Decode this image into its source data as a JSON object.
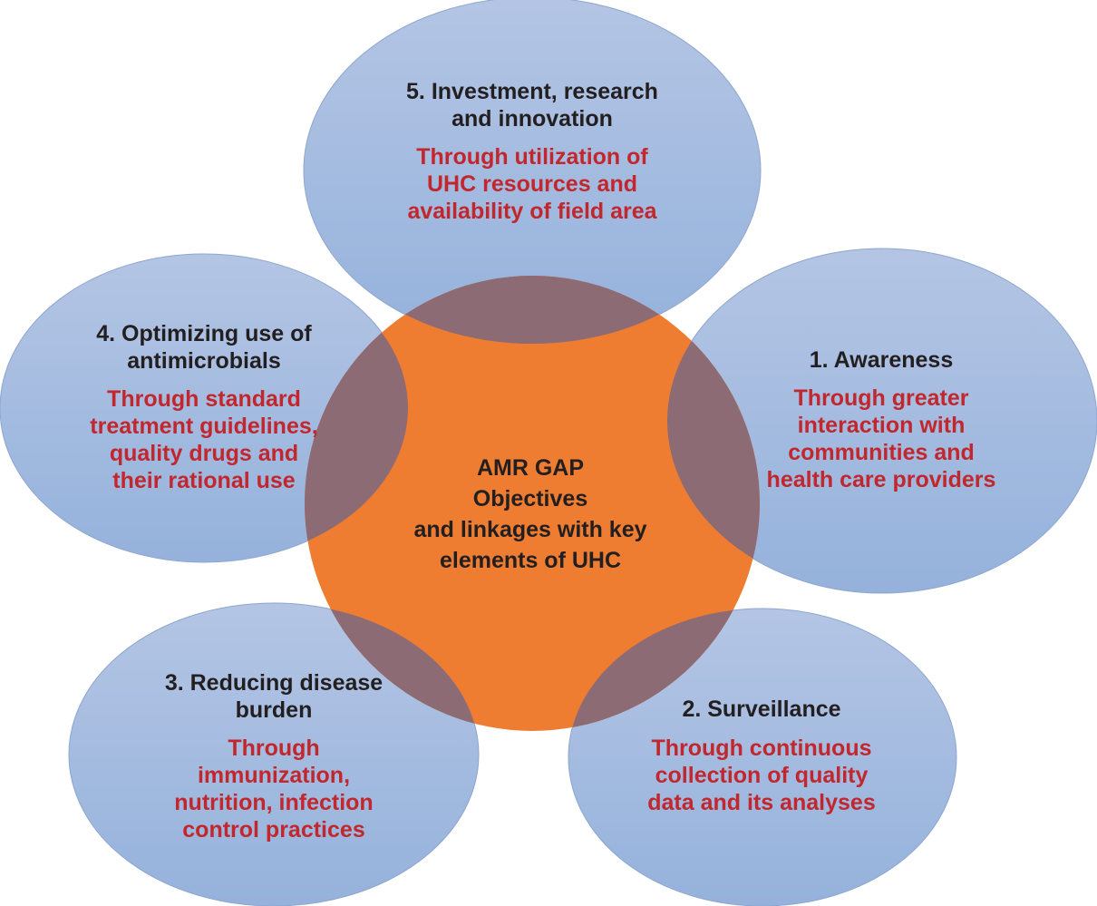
{
  "colors": {
    "circle_blue_light": "#b4c5e4",
    "circle_blue_dark": "#95b2dc",
    "center_orange": "#ee7d31",
    "overlap_mauve": "#8c6b75",
    "title_text": "#231f20",
    "desc_text": "#c1272d"
  },
  "center": {
    "label": "AMR GAP\nObjectives\nand linkages with key\nelements of UHC"
  },
  "objectives": [
    {
      "title": "5. Investment, research\nand innovation",
      "desc": "Through utilization of\nUHC resources and\navailability of field area"
    },
    {
      "title": "4. Optimizing use of\nantimicrobials",
      "desc": "Through standard\ntreatment guidelines,\nquality drugs and\ntheir rational use"
    },
    {
      "title": "1. Awareness",
      "desc": "Through greater\ninteraction with\ncommunities and\nhealth care providers"
    },
    {
      "title": "3. Reducing disease\nburden",
      "desc": "Through\nimmunization,\nnutrition, infection\ncontrol practices"
    },
    {
      "title": "2. Surveillance",
      "desc": "Through continuous\ncollection of quality\ndata and its analyses"
    }
  ]
}
